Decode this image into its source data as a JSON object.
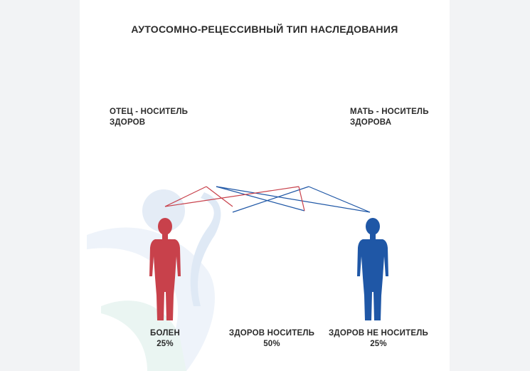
{
  "title": "АУТОСОМНО-РЕЦЕССИВНЫЙ ТИП НАСЛЕДОВАНИЯ",
  "parents": {
    "father": {
      "line1": "ОТЕЦ - НОСИТЕЛЬ",
      "line2": "ЗДОРОВ"
    },
    "mother": {
      "line1": "МАТЬ - НОСИТЕЛЬ",
      "line2": "ЗДОРОВА"
    }
  },
  "outcomes": [
    {
      "label": "БОЛЕН",
      "percent": "25%"
    },
    {
      "label": "ЗДОРОВ НОСИТЕЛЬ",
      "percent": "50%"
    },
    {
      "label": "ЗДОРОВ НЕ НОСИТЕЛЬ",
      "percent": "25%"
    }
  ],
  "colors": {
    "allele_red": "#c8414b",
    "allele_blue": "#1f57a6",
    "text": "#2b2b2b",
    "decor": "#e4ecf6"
  }
}
